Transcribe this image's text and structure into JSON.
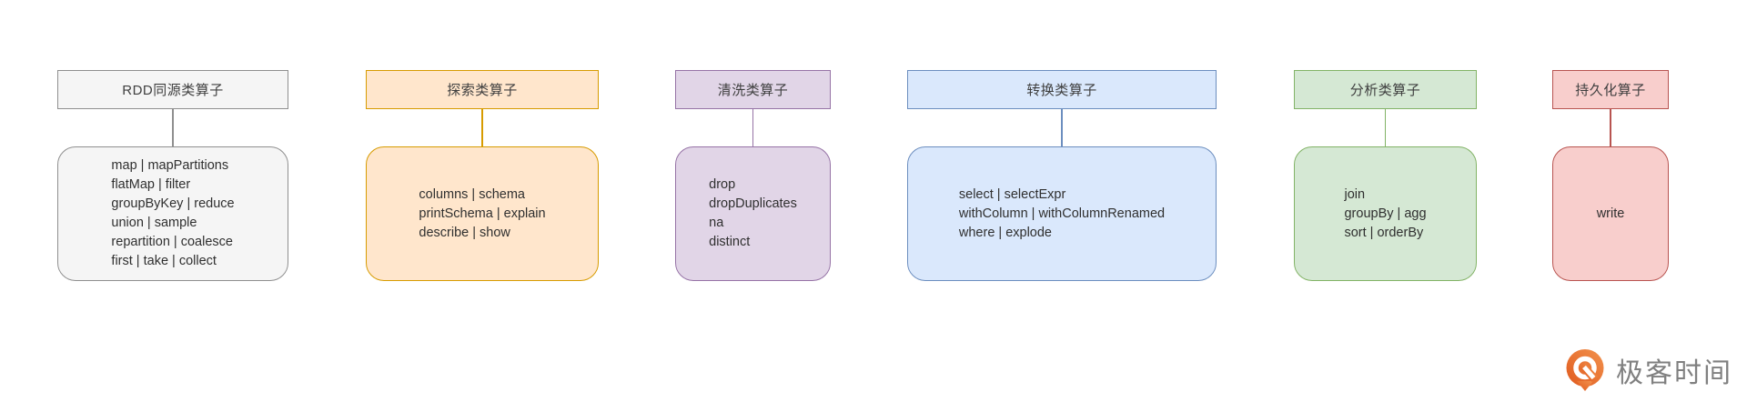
{
  "diagram": {
    "columns": [
      {
        "id": "rdd-homologous",
        "title": "RDD同源类算子",
        "operators": [
          "map | mapPartitions",
          "flatMap | filter",
          "groupByKey | reduce",
          "union | sample",
          "repartition | coalesce",
          "first | take | collect"
        ],
        "fill": "#f5f5f5",
        "stroke": "#8f8f8f"
      },
      {
        "id": "exploration",
        "title": "探索类算子",
        "operators": [
          "columns | schema",
          "printSchema | explain",
          "describe | show"
        ],
        "fill": "#ffe6cc",
        "stroke": "#d79b00"
      },
      {
        "id": "cleaning",
        "title": "清洗类算子",
        "operators": [
          "drop",
          "dropDuplicates",
          "na",
          "distinct"
        ],
        "fill": "#e1d5e7",
        "stroke": "#9673a6"
      },
      {
        "id": "transformation",
        "title": "转换类算子",
        "operators": [
          "select | selectExpr",
          "withColumn | withColumnRenamed",
          "where | explode"
        ],
        "fill": "#dae8fc",
        "stroke": "#6c8ebf"
      },
      {
        "id": "analysis",
        "title": "分析类算子",
        "operators": [
          "join",
          "groupBy | agg",
          "sort | orderBy"
        ],
        "fill": "#d5e8d4",
        "stroke": "#82b366"
      },
      {
        "id": "persistence",
        "title": "持久化算子",
        "operators": [
          "write"
        ],
        "fill": "#f8cecc",
        "stroke": "#b85450"
      }
    ]
  },
  "logo": {
    "text": "极客时间",
    "text_color": "#808080",
    "icon_color_dark": "#e05a1e",
    "icon_color_light": "#f2924d"
  }
}
